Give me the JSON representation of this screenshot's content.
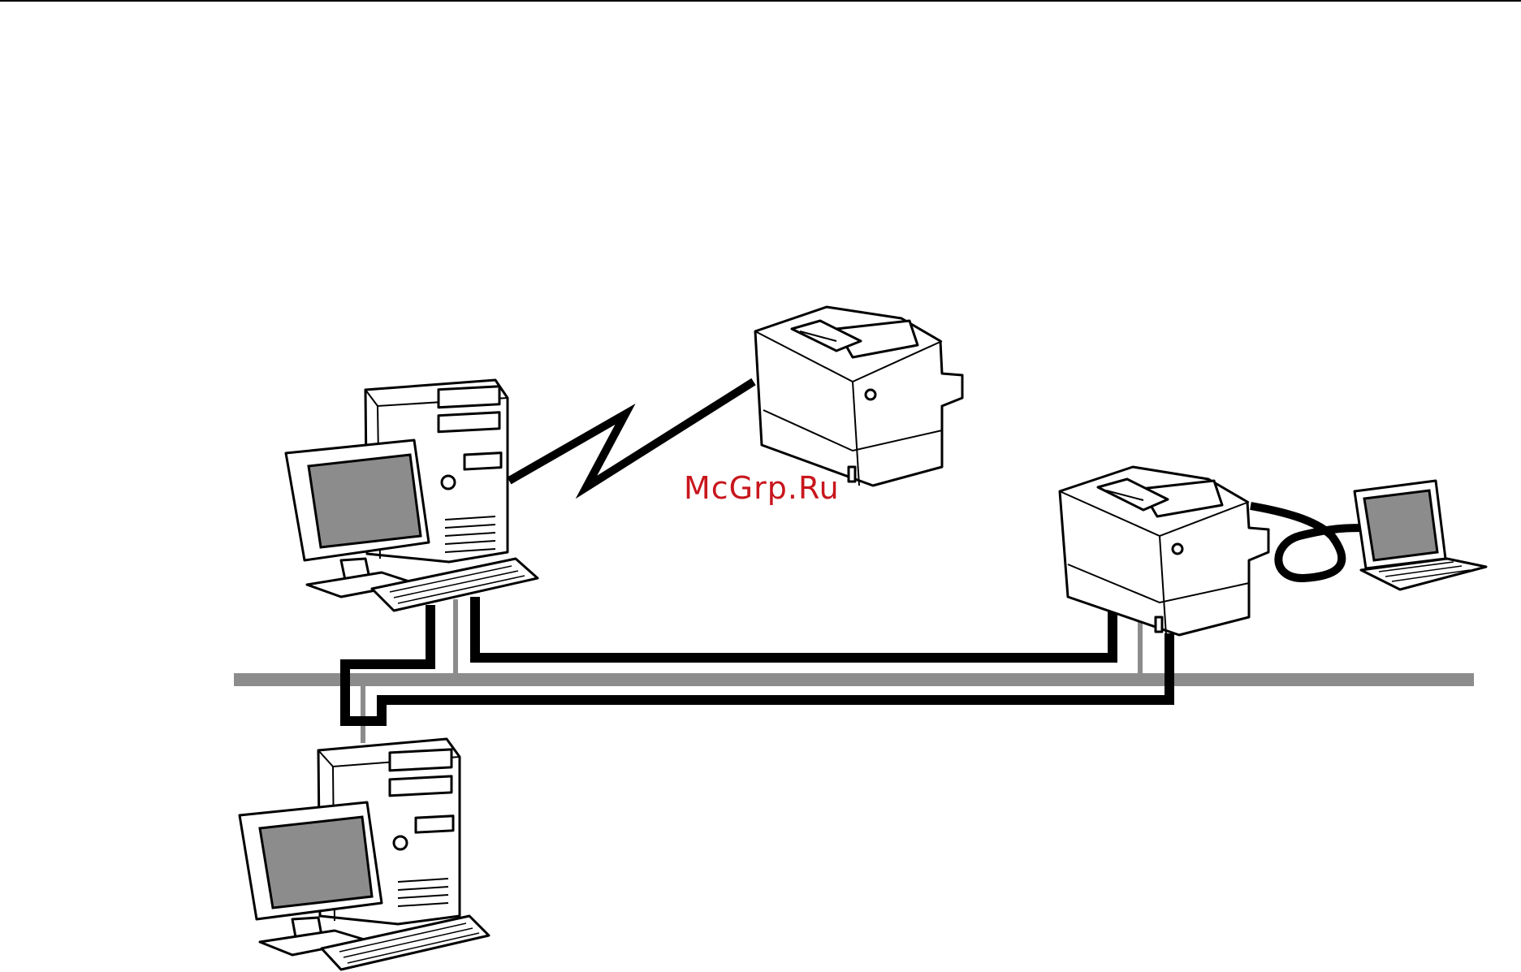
{
  "watermark": {
    "text": "McGrp.Ru",
    "color": "#c8161d"
  },
  "colors": {
    "network_bus": "#8c8c8c",
    "cable": "#000000",
    "screen": "#8c8c8c"
  },
  "devices": [
    {
      "id": "pc-top",
      "icon": "desktop-computer-icon"
    },
    {
      "id": "pc-bottom",
      "icon": "desktop-computer-icon"
    },
    {
      "id": "printer-top",
      "icon": "printer-icon"
    },
    {
      "id": "printer-right",
      "icon": "printer-icon"
    },
    {
      "id": "laptop",
      "icon": "laptop-icon"
    }
  ],
  "connections": [
    {
      "from": "pc-top",
      "to": "printer-top",
      "kind": "zigzag-cable"
    },
    {
      "from": "printer-right",
      "to": "laptop",
      "kind": "coiled-cable"
    },
    {
      "from": "pc-top",
      "to": "printer-right",
      "kind": "network-cable"
    },
    {
      "from": "pc-bottom",
      "to": "printer-right",
      "kind": "network-cable"
    }
  ]
}
